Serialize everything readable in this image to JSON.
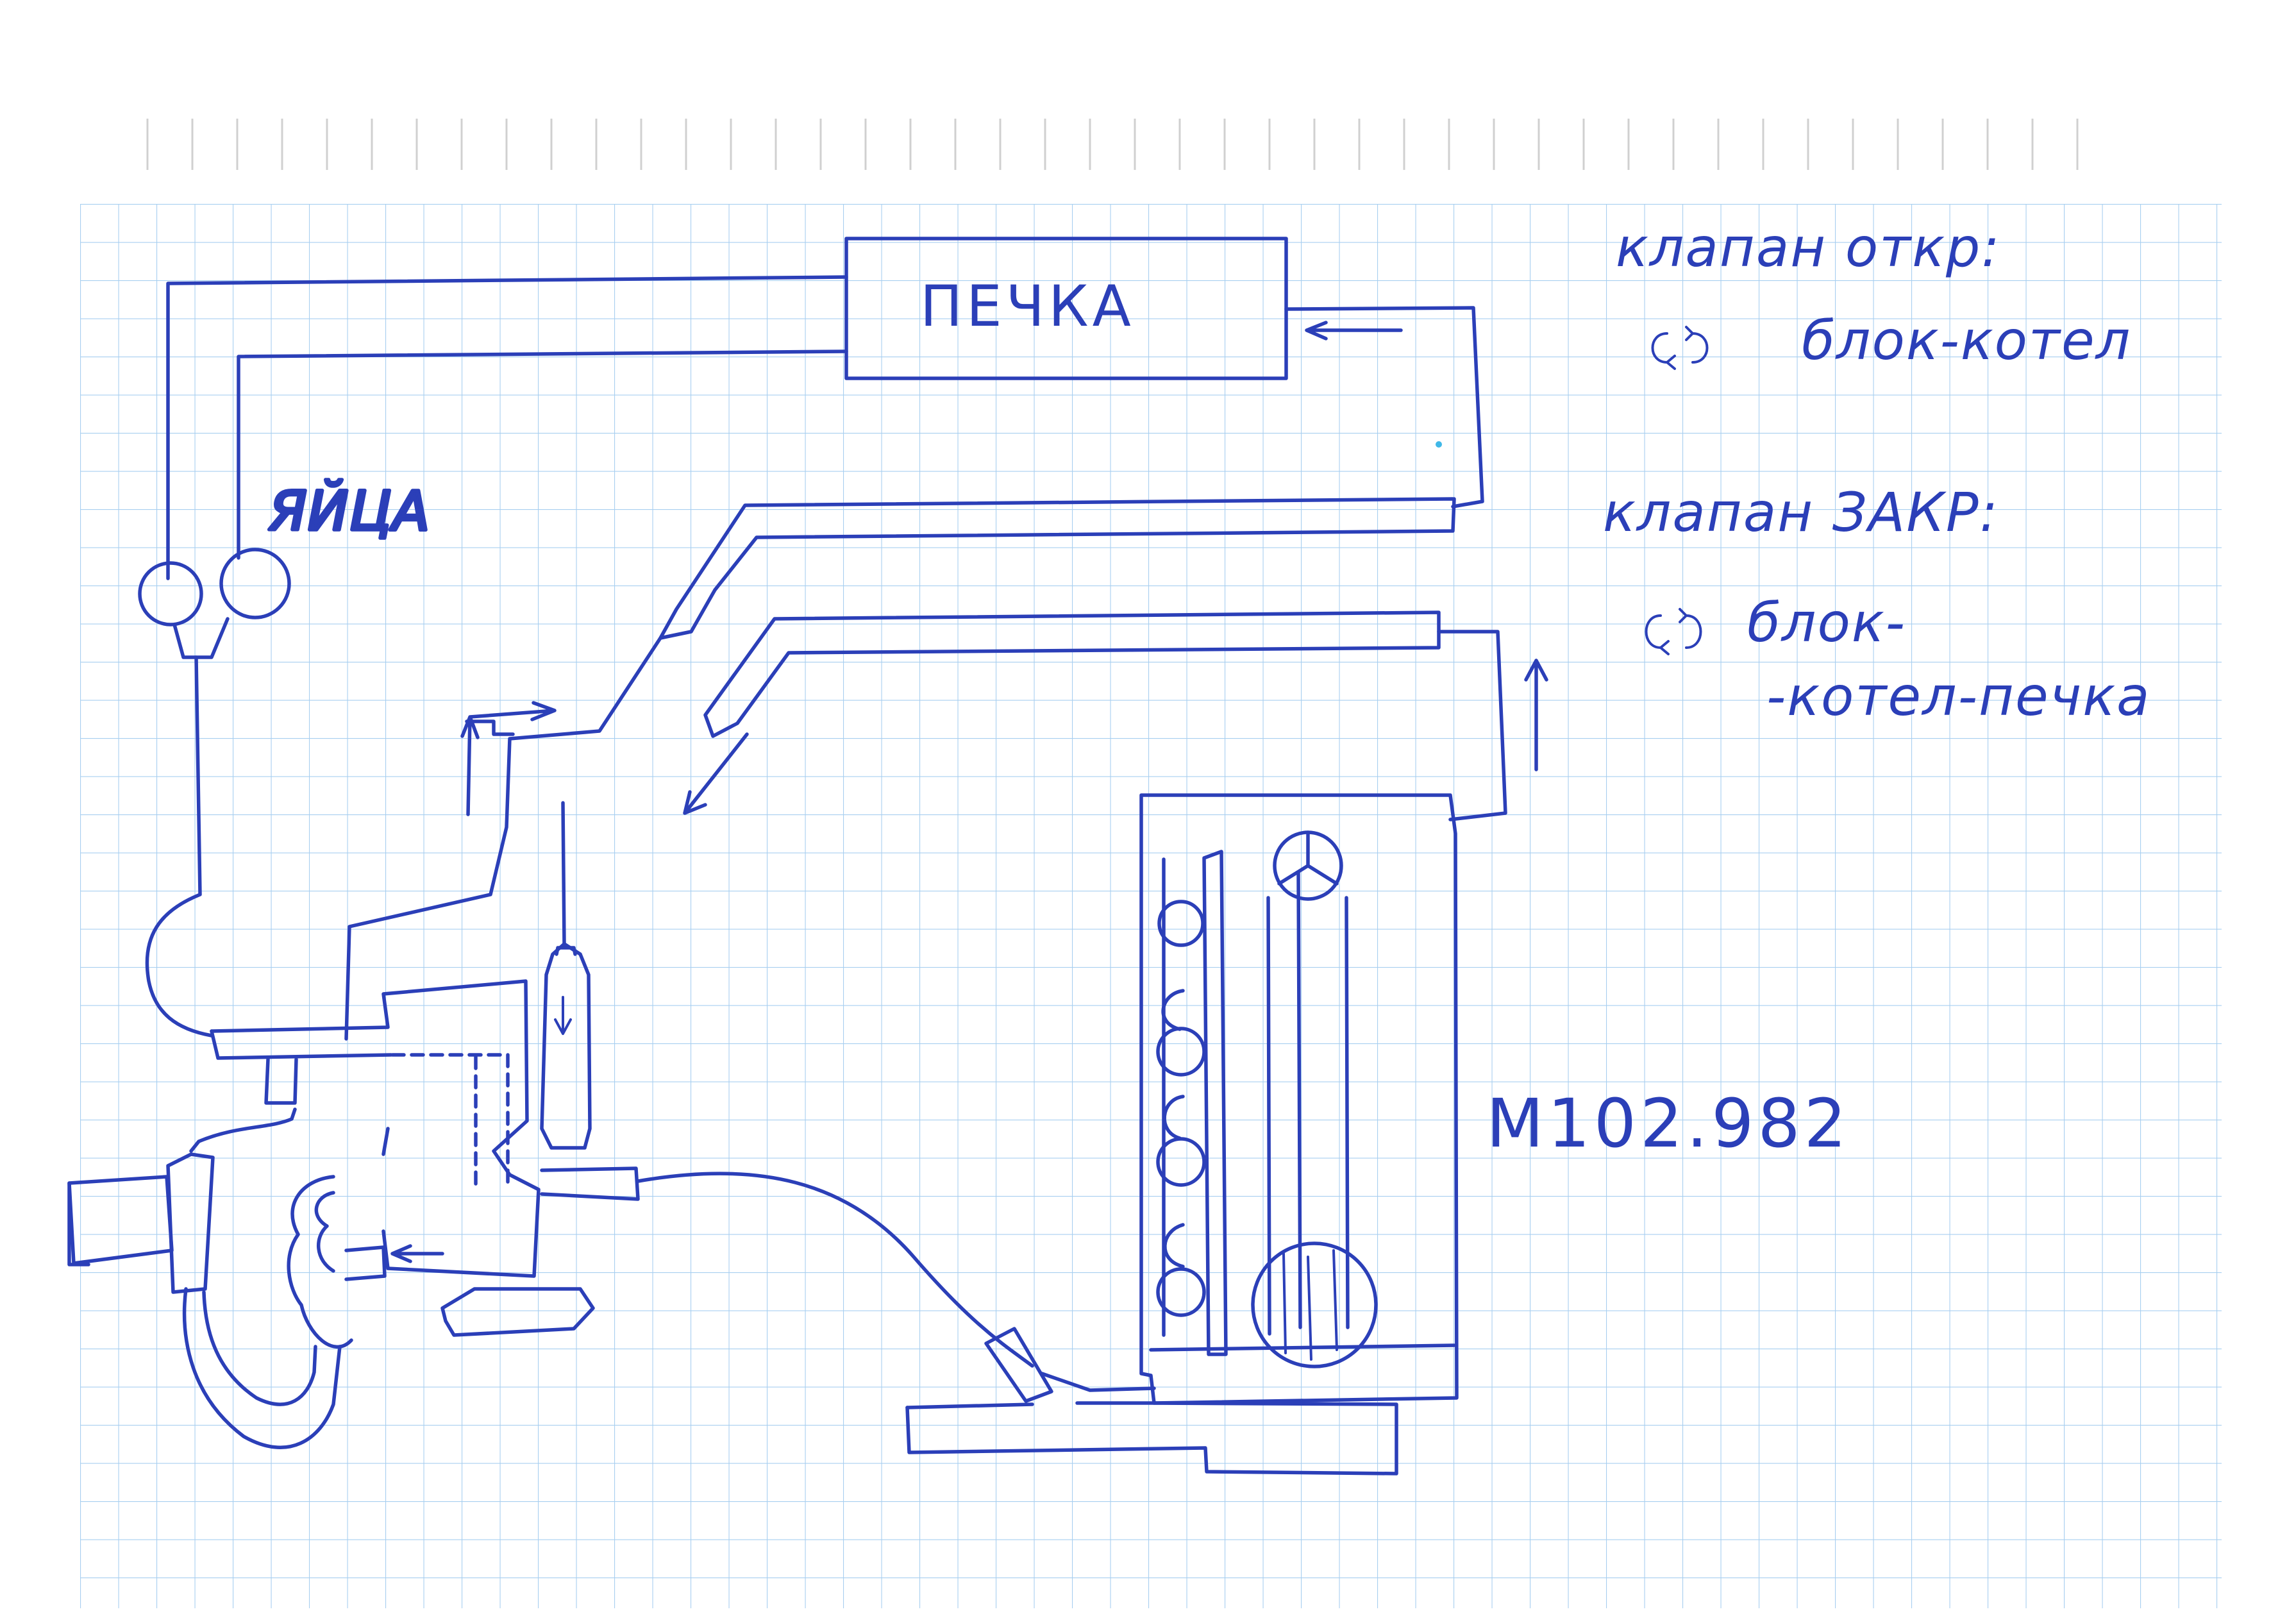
{
  "labels": {
    "heater": "ПЕЧКА",
    "eggs": "ЯЙЦА",
    "engine_model": "M102.982"
  },
  "legend": {
    "open_title": "клапан откр:",
    "open_circuit": "блок-котел",
    "closed_title": "клапан ЗАКР:",
    "closed_circuit_line1": "блок-",
    "closed_circuit_line2": "-котел-печка"
  },
  "colors": {
    "ink": "#2b3fb8",
    "grid": "#a8cff0",
    "paper": "#ffffff"
  }
}
